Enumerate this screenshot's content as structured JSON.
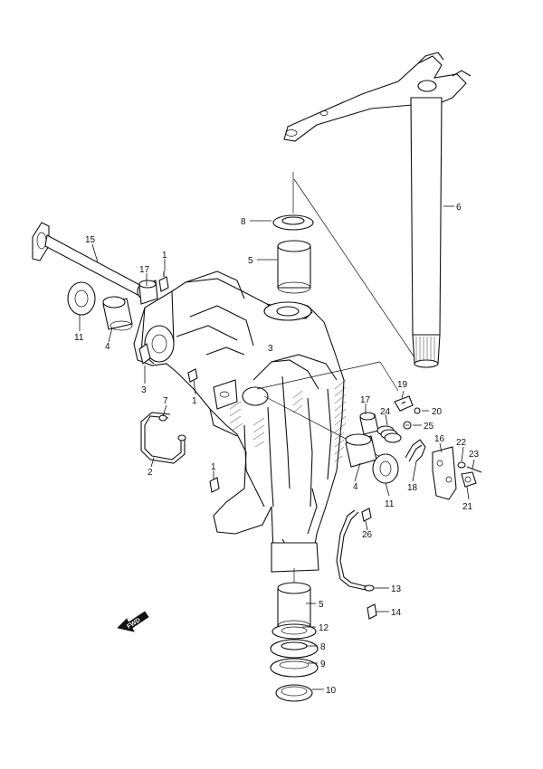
{
  "callouts": [
    {
      "id": "c1a",
      "text": "1"
    },
    {
      "id": "c1b",
      "text": "1"
    },
    {
      "id": "c1c",
      "text": "1"
    },
    {
      "id": "c2",
      "text": "2"
    },
    {
      "id": "c3",
      "text": "3"
    },
    {
      "id": "c4a",
      "text": "4"
    },
    {
      "id": "c4b",
      "text": "4"
    },
    {
      "id": "c5a",
      "text": "5"
    },
    {
      "id": "c5b",
      "text": "5"
    },
    {
      "id": "c6",
      "text": "6"
    },
    {
      "id": "c7",
      "text": "7"
    },
    {
      "id": "c8a",
      "text": "8"
    },
    {
      "id": "c8b",
      "text": "8"
    },
    {
      "id": "c9",
      "text": "9"
    },
    {
      "id": "c10",
      "text": "10"
    },
    {
      "id": "c11a",
      "text": "11"
    },
    {
      "id": "c11b",
      "text": "11"
    },
    {
      "id": "c12",
      "text": "12"
    },
    {
      "id": "c13",
      "text": "13"
    },
    {
      "id": "c14",
      "text": "14"
    },
    {
      "id": "c15",
      "text": "15"
    },
    {
      "id": "c16",
      "text": "16"
    },
    {
      "id": "c17a",
      "text": "17"
    },
    {
      "id": "c17b",
      "text": "17"
    },
    {
      "id": "c18",
      "text": "18"
    },
    {
      "id": "c19",
      "text": "19"
    },
    {
      "id": "c20",
      "text": "20"
    },
    {
      "id": "c21",
      "text": "21"
    },
    {
      "id": "c22",
      "text": "22"
    },
    {
      "id": "c23",
      "text": "23"
    },
    {
      "id": "c24",
      "text": "24"
    },
    {
      "id": "c25",
      "text": "25"
    },
    {
      "id": "c26",
      "text": "26"
    }
  ],
  "fwd_label": "FWD"
}
